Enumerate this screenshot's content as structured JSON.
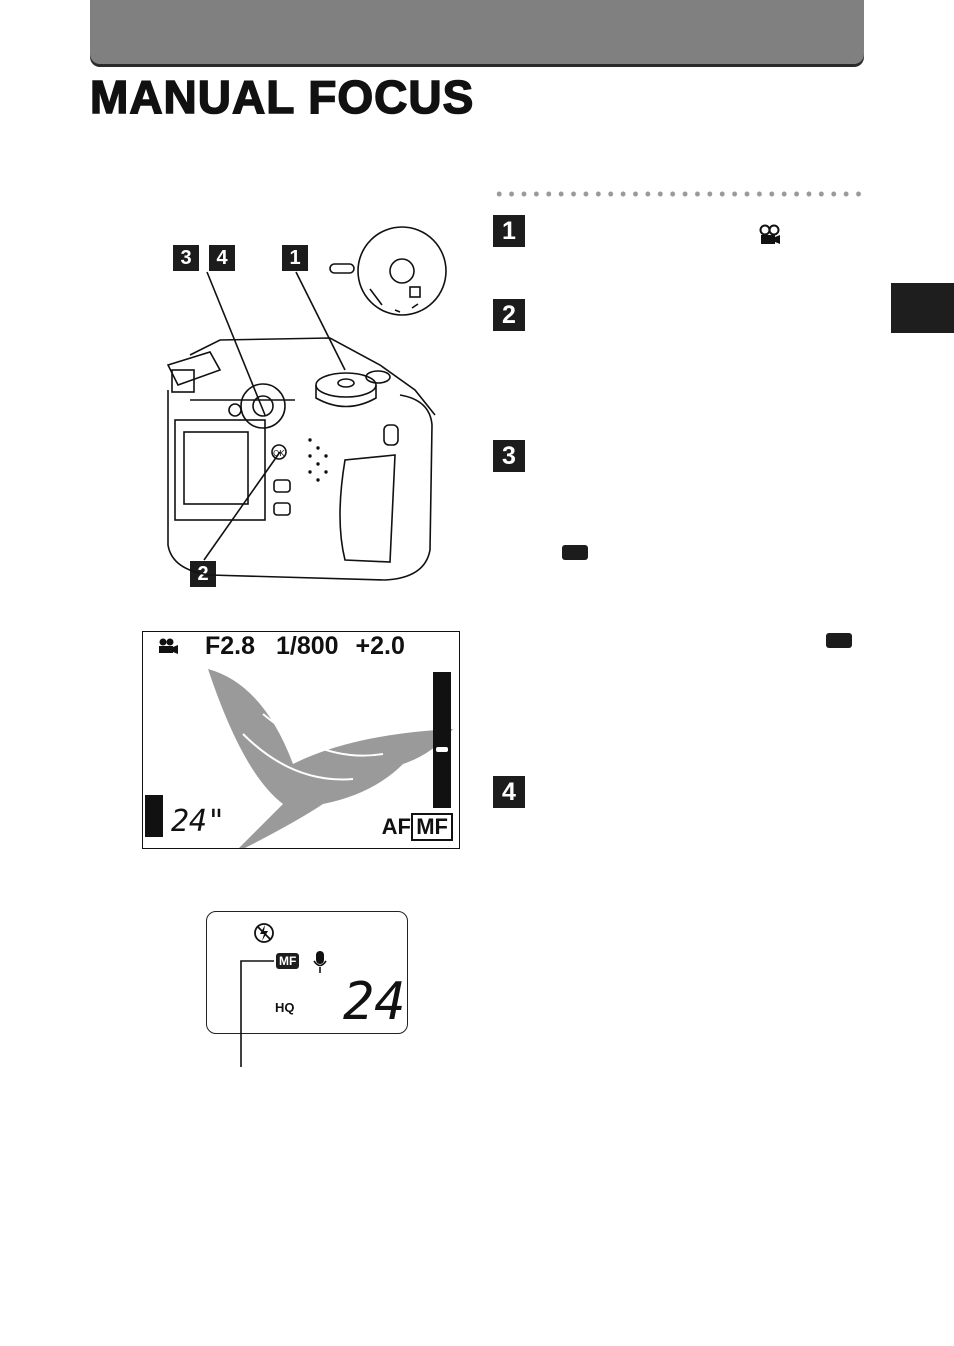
{
  "page": {
    "title": "MANUAL FOCUS"
  },
  "steps": [
    {
      "num": "1"
    },
    {
      "num": "2"
    },
    {
      "num": "3"
    },
    {
      "num": "4"
    }
  ],
  "camera_figure": {
    "callouts": [
      "3",
      "4",
      "1",
      "2"
    ],
    "ok_label": "OK"
  },
  "lcd_monitor": {
    "aperture": "F2.8",
    "shutter": "1/800",
    "exposure_comp": "+2.0",
    "remaining": "24\"",
    "af_label": "AF",
    "mf_label": "MF"
  },
  "control_panel": {
    "mf_label": "MF",
    "quality": "HQ",
    "count": "24"
  },
  "icons": {
    "movie": "movie-camera-icon",
    "flash_off": "flash-off-icon",
    "mic": "microphone-icon"
  }
}
